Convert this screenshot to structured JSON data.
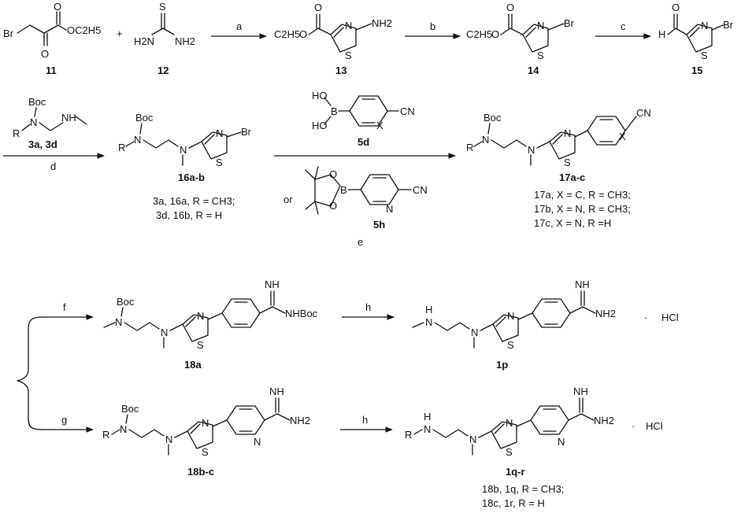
{
  "compounds": {
    "c11": "11",
    "c12": "12",
    "c13": "13",
    "c14": "14",
    "c15": "15",
    "c3a3d": "3a, 3d",
    "c16ab": "16a-b",
    "c5d": "5d",
    "c5h": "5h",
    "c17ac": "17a-c",
    "c18a": "18a",
    "c1p": "1p",
    "c18bc": "18b-c",
    "c1qr": "1q-r"
  },
  "steps": {
    "a": "a",
    "b": "b",
    "c": "c",
    "d": "d",
    "e": "e",
    "f": "f",
    "g": "g",
    "h1": "h",
    "h2": "h",
    "or": "or"
  },
  "atoms": {
    "Br": "Br",
    "O": "O",
    "S": "S",
    "N": "N",
    "H": "H",
    "HO": "HO",
    "B": "B",
    "CN": "CN",
    "X": "X",
    "R": "R",
    "Boc": "Boc",
    "HCl": "HCl",
    "dot": "·",
    "plus": "+"
  },
  "groups": {
    "oc2h5": "OC2H5",
    "c2h5": "C2H5",
    "nh2": "NH2",
    "h2n": "H2N",
    "nh": "NH",
    "nhboc": "NHBoc",
    "rnh": "R–NH"
  },
  "legends": {
    "l16a": "3a, 16a, R = CH3;",
    "l16b": "3d, 16b, R = H",
    "l17a": "17a, X = C, R = CH3;",
    "l17b": "17b, X = N, R = CH3;",
    "l17c": "17c, X = N, R =H",
    "l18b": "18b, 1q, R = CH3;",
    "l18c": "18c, 1r, R = H"
  }
}
